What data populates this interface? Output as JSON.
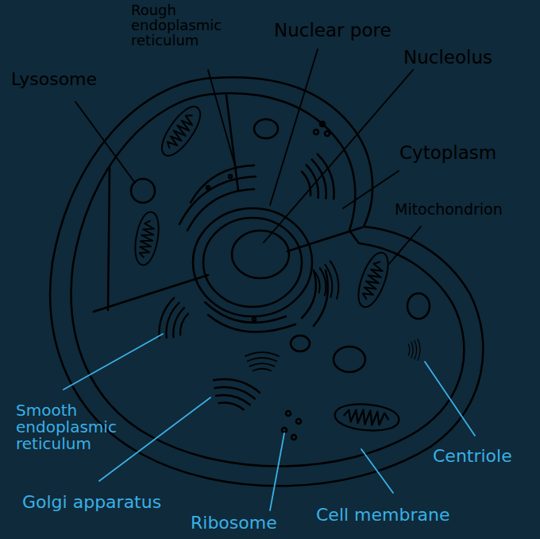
{
  "diagram": {
    "labels": [
      "Rough endoplasmic reticulum",
      "Nuclear pore",
      "Lysosome",
      "Nucleolus",
      "Cytoplasm",
      "Mitochondrion",
      "Smooth endoplasmic reticulum",
      "Golgi apparatus",
      "Ribosome",
      "Centriole",
      "Cell membrane"
    ]
  }
}
